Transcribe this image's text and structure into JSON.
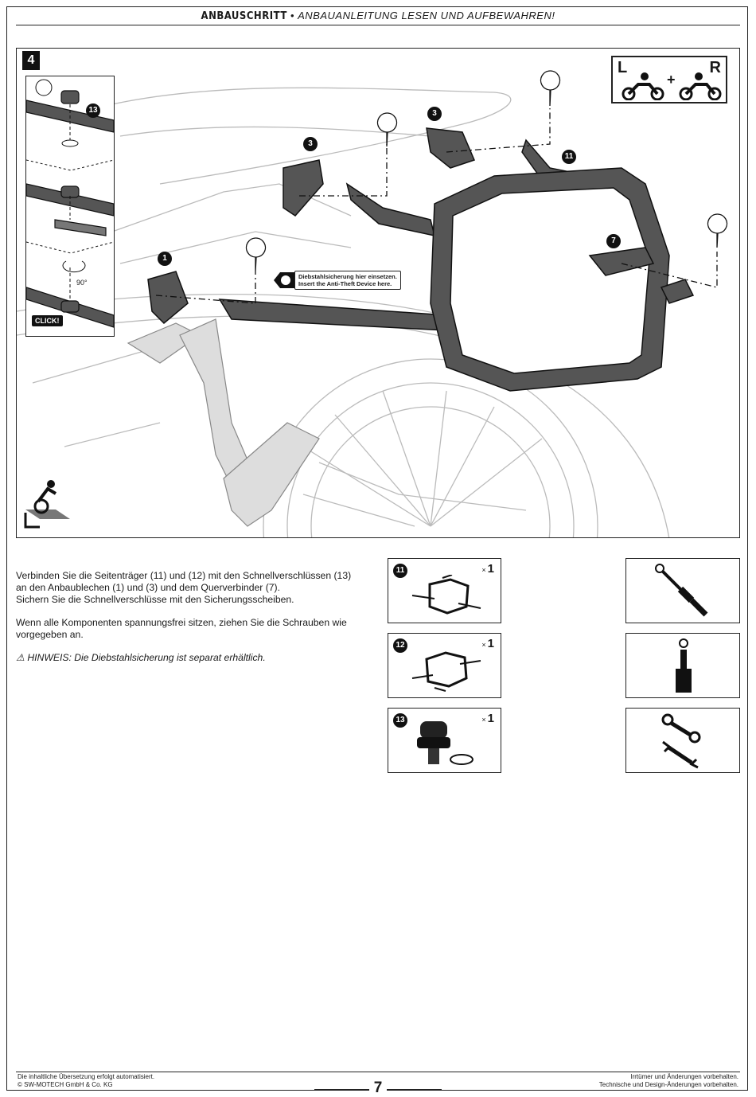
{
  "header": {
    "title_bold": "ANBAUSCHRITT",
    "separator": "•",
    "title_italic": "ANBAUANLEITUNG LESEN UND AUFBEWAHREN!"
  },
  "figure": {
    "step_number": "4",
    "lr_left": "L",
    "lr_right": "R",
    "lr_plus": "+",
    "callout_de": "Diebstahlsicherung hier einsetzen.",
    "callout_en": "Insert the Anti-Theft Device here.",
    "click_label": "CLICK!",
    "rotation_label": "90°",
    "part_numbers": [
      "13",
      "1",
      "3",
      "3",
      "11",
      "7"
    ]
  },
  "text": {
    "para1_line1": "Verbinden Sie die Seitenträger (11) und (12) mit den Schnellverschlüssen (13)",
    "para1_line2": "an den Anbaublechen (1) und (3) und dem Querverbinder (7).",
    "para1_line3": "Sichern Sie die Schnellverschlüsse mit den Sicherungsscheiben.",
    "para2_line1": "Wenn alle Komponenten spannungsfrei sitzen, ziehen Sie die Schrauben wie",
    "para2_line2": "vorgegeben an.",
    "note_symbol": "⚠",
    "note": "HINWEIS: Die Diebstahlsicherung ist separat erhältlich."
  },
  "parts": [
    {
      "number": "11",
      "qty_prefix": "×",
      "qty": "1",
      "icon": "side-carrier-left-icon"
    },
    {
      "number": "12",
      "qty_prefix": "×",
      "qty": "1",
      "icon": "side-carrier-right-icon"
    },
    {
      "number": "13",
      "qty_prefix": "×",
      "qty": "1",
      "icon": "quick-lock-icon"
    }
  ],
  "tools": [
    {
      "icon": "torque-screwdriver-icon"
    },
    {
      "icon": "hex-socket-icon"
    },
    {
      "icon": "wrench-pair-icon"
    }
  ],
  "footer": {
    "left_line1": "Die inhaltliche Übersetzung erfolgt automatisiert.",
    "left_line2": "© SW-MOTECH GmbH & Co. KG",
    "right_line1": "Irrtümer und Änderungen vorbehalten.",
    "right_line2": "Technische und Design-Änderungen vorbehalten.",
    "page_number": "7"
  }
}
